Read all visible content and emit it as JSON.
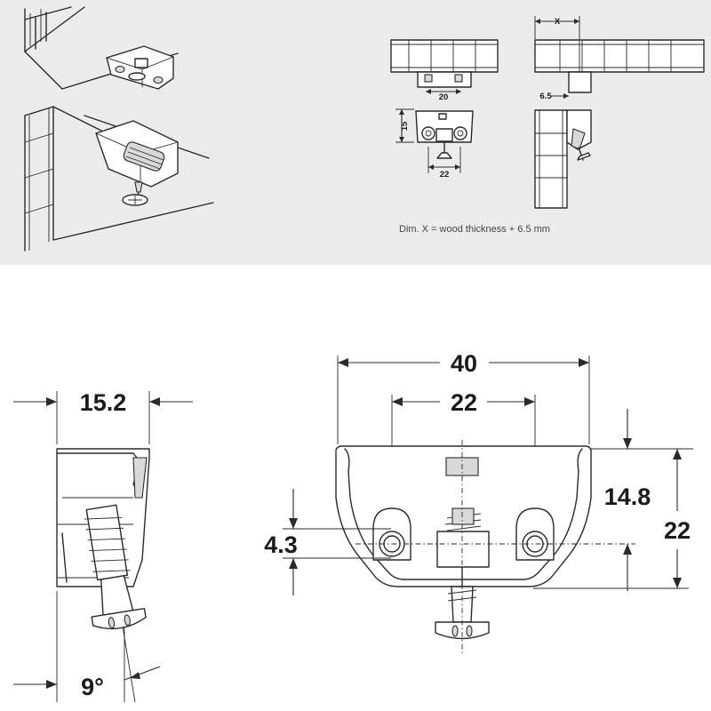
{
  "top_panel": {
    "caption": "Dim. X = wood thickness + 6.5 mm",
    "dims": {
      "x": "X",
      "w20": "20",
      "h15": "15",
      "w22": "22",
      "off65": "6.5"
    }
  },
  "bottom": {
    "side_view": {
      "width": "15.2",
      "angle": "9°"
    },
    "front_view": {
      "width": "40",
      "hole_spacing": "22",
      "hole_height": "4.3",
      "top_to_hole": "14.8",
      "total_height": "22"
    }
  }
}
